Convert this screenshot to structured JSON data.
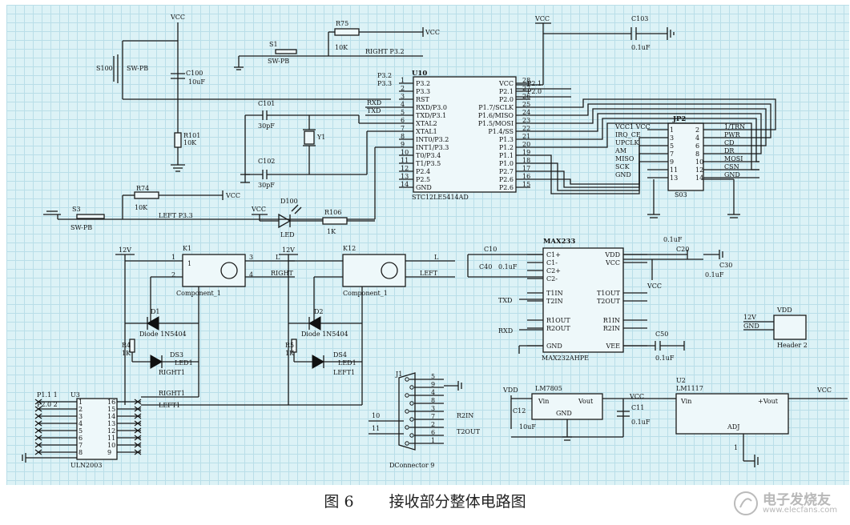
{
  "caption": {
    "figure_number": "图 6",
    "title": "接收部分整体电路图"
  },
  "watermark": {
    "text": "电子发烧友",
    "url": "www.elecfans.com"
  },
  "labels": {
    "vcc": "VCC",
    "gnd": "GND",
    "vdd": "VDD",
    "v12": "12V",
    "s100": "S100",
    "swpb": "SW-PB",
    "c100": "C100",
    "c100v": "10uF",
    "r101": "R101",
    "r101v": "10K",
    "s1": "S1",
    "r75": "R75",
    "r75v": "10K",
    "right_p32": "RIGHT  P3.2",
    "p32": "P3.2",
    "p33": "P3.3",
    "rxd": "RXD",
    "txd": "TXD",
    "c101": "C101",
    "c102": "C102",
    "c30pf": "30pF",
    "y1": "Y1",
    "s3": "S3",
    "r74": "R74",
    "left_p33": "LEFT    P3.3",
    "d100": "D100",
    "led": "LED",
    "r106": "R106",
    "r106v": "1K",
    "u10": "U10",
    "u10_part": "STC12LE5414AD",
    "u10_left": [
      "P3.2",
      "P3.3",
      "RST",
      "RXD/P3.0",
      "TXD/P3.1",
      "XTAL2",
      "XTAL1",
      "INT0/P3.2",
      "INT1/P3.3",
      "T0/P3.4",
      "T1/P3.5",
      "P2.4",
      "P2.5",
      "GND"
    ],
    "u10_right": [
      "VCC",
      "P2.1",
      "P2.0",
      "P1.7/SCLK",
      "P1.6/MISO",
      "P1.5/MOSI",
      "P1.4/SS",
      "P1.3",
      "P1.2",
      "P1.1",
      "P1.0",
      "P2.7",
      "P2.6",
      "P2.6"
    ],
    "u10_ln": [
      "1",
      "2",
      "3",
      "4",
      "5",
      "6",
      "7",
      "8",
      "9",
      "10",
      "11",
      "12",
      "13",
      "14"
    ],
    "u10_rn": [
      "28",
      "27",
      "26",
      "25",
      "24",
      "23",
      "22",
      "21",
      "20",
      "19",
      "18",
      "17",
      "16",
      "15"
    ],
    "p21": "P2.1",
    "p20": "P2.0",
    "c103": "C103",
    "c103v": "0.1uF",
    "jp2": "JP2",
    "jp2_part": "S03",
    "jp2_left": [
      "VCC1  VCC",
      "IRQ_CE",
      "UPCLK",
      "AM",
      "MISO",
      "SCK",
      "GND"
    ],
    "jp2_right": [
      "1/TRN",
      "PWR",
      "CD",
      "DR",
      "MOSI",
      "CSN",
      "GND"
    ],
    "jp2_ln": [
      "1",
      "3",
      "5",
      "7",
      "9",
      "11",
      "13"
    ],
    "jp2_rn": [
      "2",
      "4",
      "6",
      "8",
      "10",
      "12",
      "14"
    ],
    "k1": "K1",
    "k12": "K12",
    "component": "Component_1",
    "k_l": "L",
    "right": "RIGHT",
    "left": "LEFT",
    "d1": "D1",
    "d1part": "Diode 1N5404",
    "d2": "D2",
    "d2part": "Diode 1N5404",
    "r4": "R4",
    "r5": "R5",
    "r1k": "1K",
    "ds3": "DS3",
    "ds3part": "LED1",
    "ds3n": "RIGHT1",
    "ds4": "DS4",
    "ds4part": "LED1",
    "ds4n": "LEFT1",
    "max": "MAX233",
    "maxpart": "MAX232AHPE",
    "max_left": [
      "C1+",
      "C1-",
      "C2+",
      "C2-",
      "T1IN",
      "T2IN",
      "R1OUT",
      "R2OUT",
      "GND"
    ],
    "max_right": [
      "VDD",
      "VCC",
      "",
      "",
      "T1OUT",
      "T2OUT",
      "R1IN",
      "R2IN",
      "VEE"
    ],
    "c10": "C10",
    "c40": "C40",
    "c20": "C20",
    "c30": "C30",
    "c50": "C50",
    "c01": "0.1uF",
    "header": "Header 2",
    "hdr_12v": "12V",
    "hdr_gnd": "GND",
    "j1": "J1",
    "j1part": "DConnector 9",
    "r2in": "R2IN",
    "t2out": "T2OUT",
    "lm7805": "LM7805",
    "vin": "Vin",
    "vout": "Vout",
    "c12": "C12",
    "c12v": "10uF",
    "c11": "C11",
    "c11v": "0.1uF",
    "u2": "U2",
    "lm1117": "LM1117",
    "adj": "ADJ",
    "vout2": "+Vout",
    "u3": "U3",
    "u3part": "ULN2003",
    "p11": "P1.1  1",
    "p20b": "P2.0  2"
  },
  "colors": {
    "grid_bg": "#dcf2f6",
    "grid_line": "#b9dee8",
    "wire": "#1a1a1a"
  }
}
